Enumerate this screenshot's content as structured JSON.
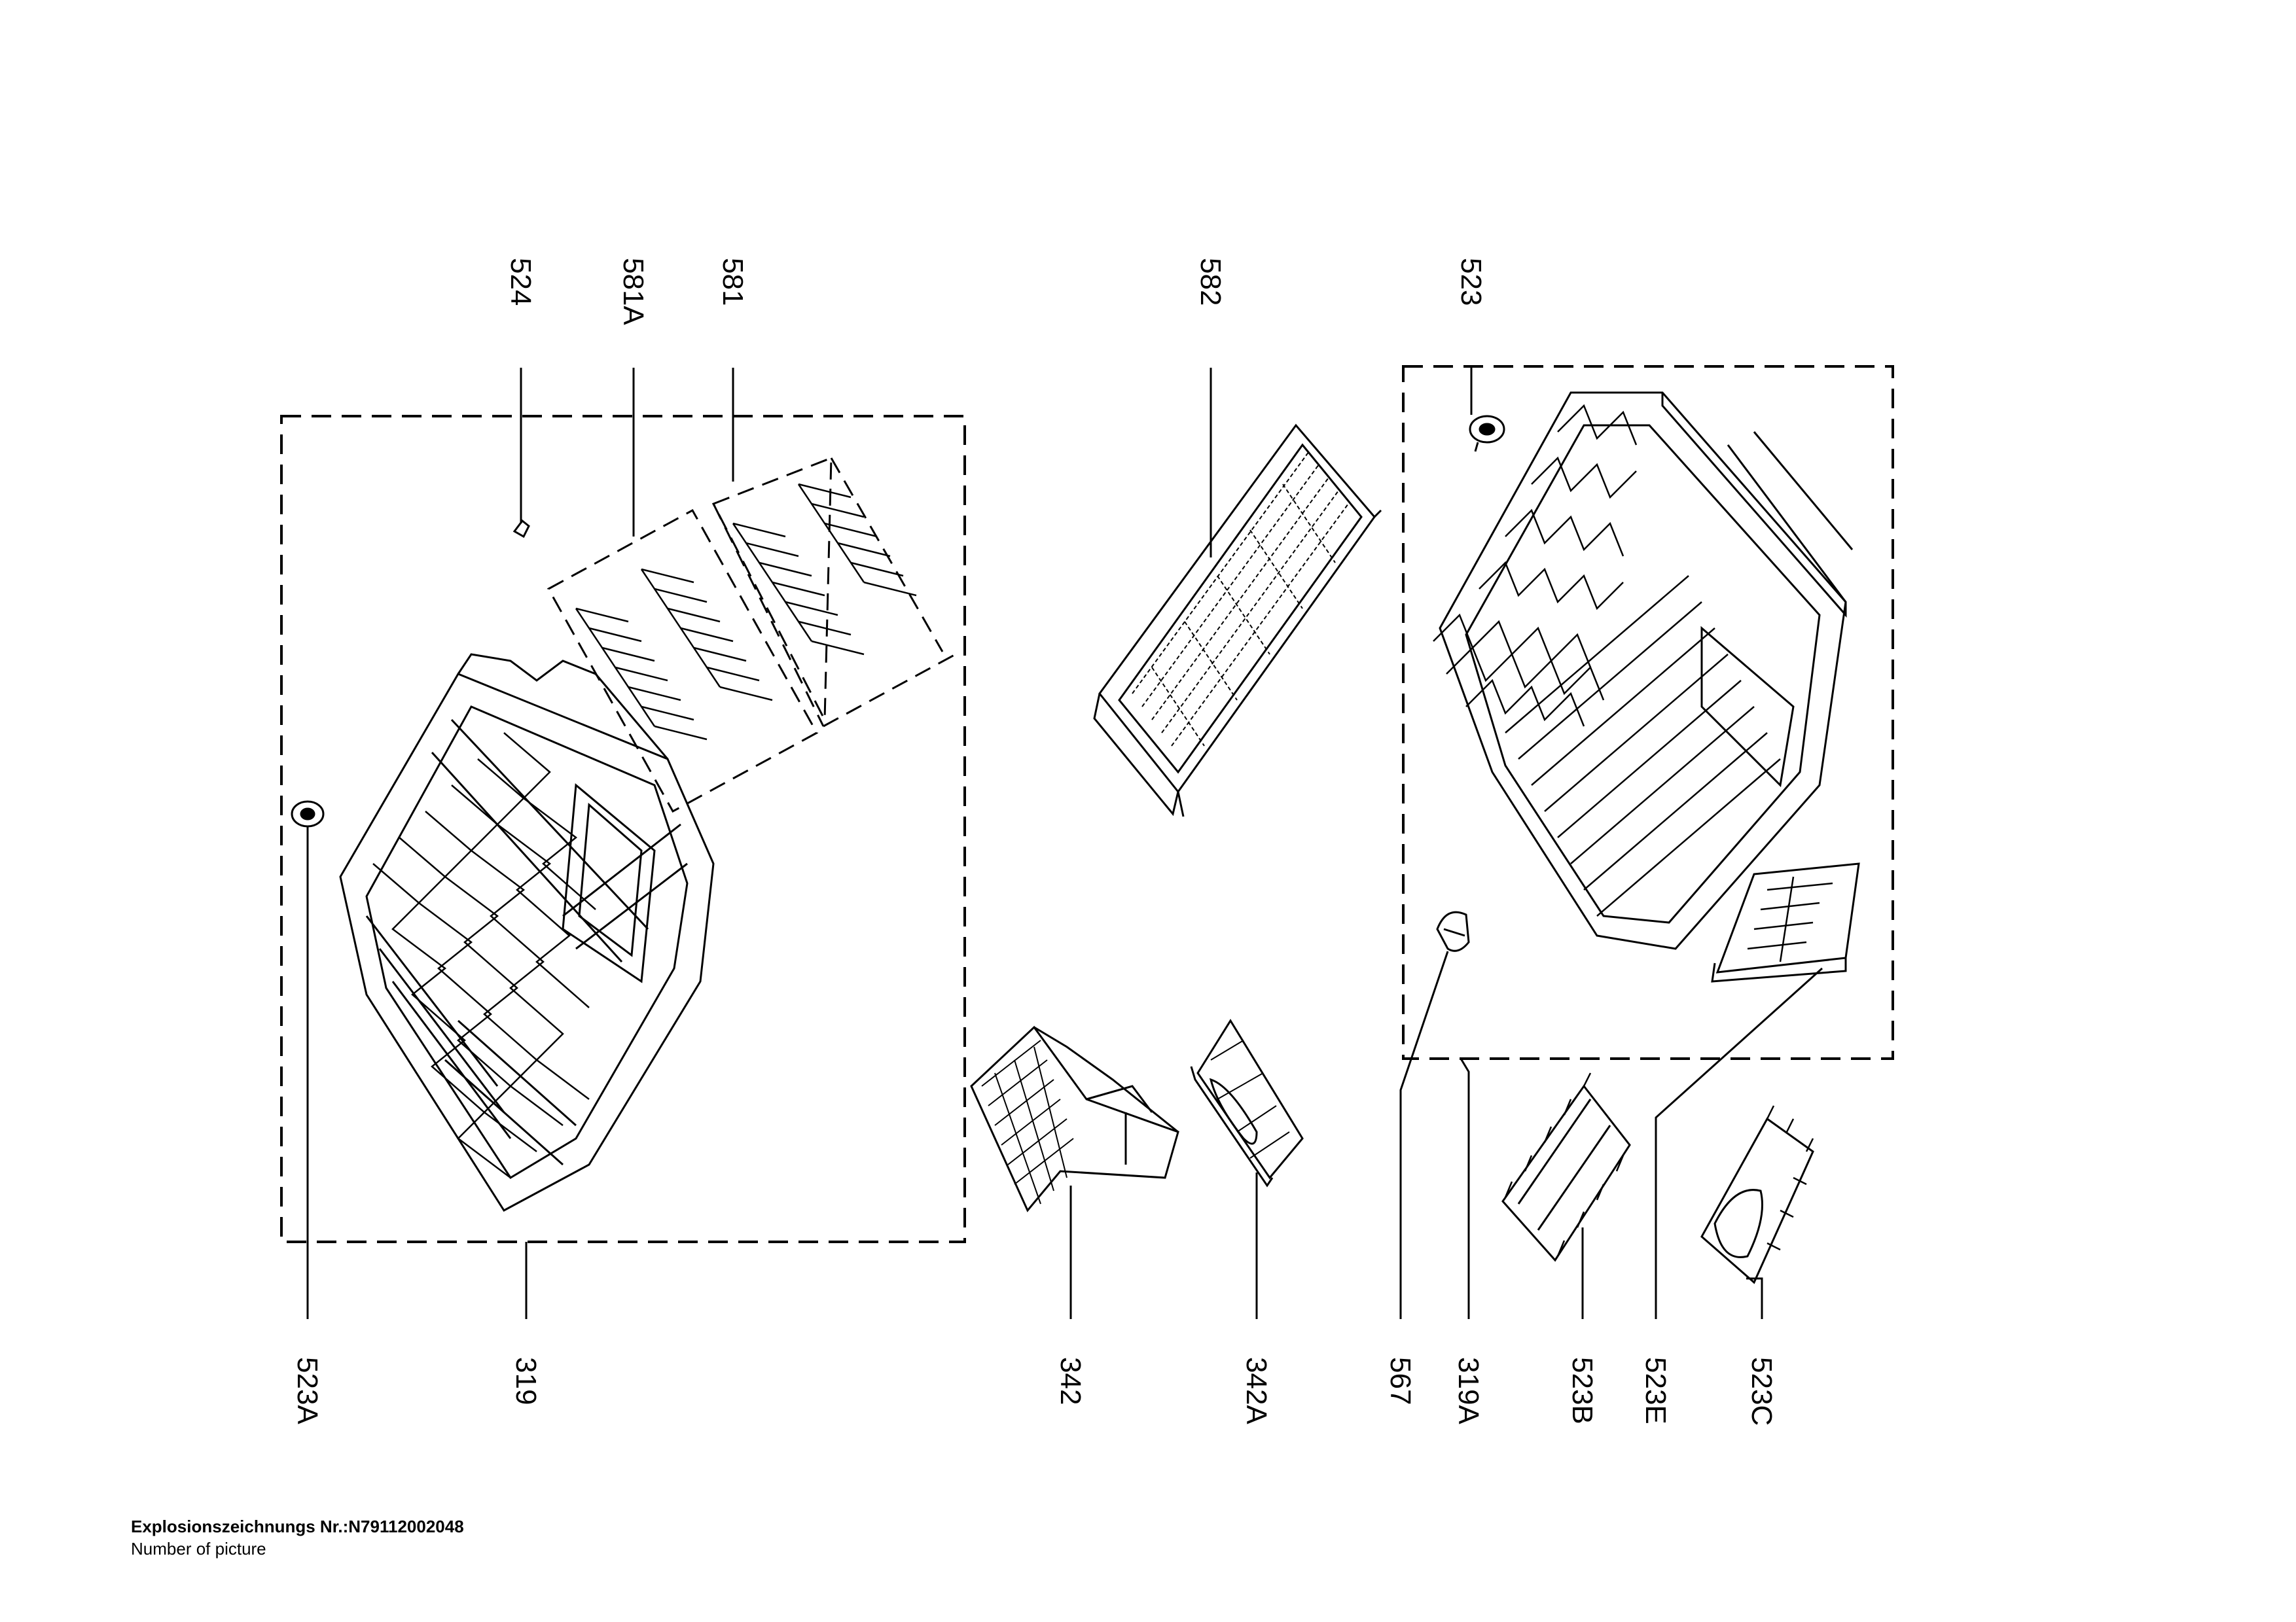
{
  "diagram": {
    "part_numbers": {
      "p524": "524",
      "p581A": "581A",
      "p581": "581",
      "p582": "582",
      "p523": "523",
      "p523A": "523A",
      "p319": "319",
      "p342": "342",
      "p342A": "342A",
      "p567": "567",
      "p319A": "319A",
      "p523B": "523B",
      "p523E": "523E",
      "p523C": "523C"
    }
  },
  "footer": {
    "drawing_number": "Explosionszeichnungs  Nr.:N79112002048",
    "caption": "Number of picture"
  }
}
